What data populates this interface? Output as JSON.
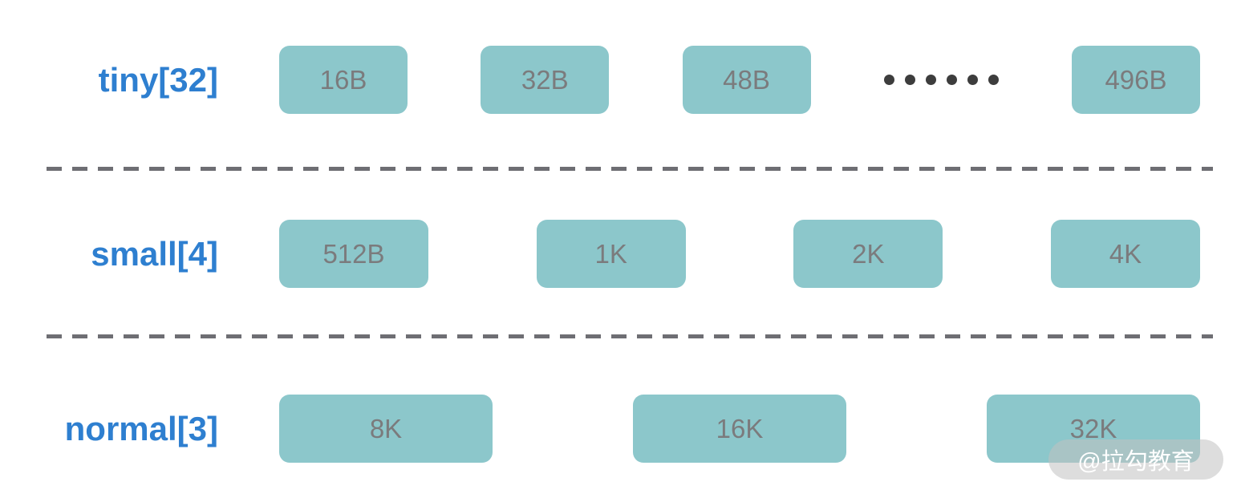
{
  "diagram": {
    "rows": [
      {
        "id": "tiny",
        "label": "tiny[32]",
        "boxes": [
          "16B",
          "32B",
          "48B",
          "496B"
        ],
        "ellipsis_dot_count": 6
      },
      {
        "id": "small",
        "label": "small[4]",
        "boxes": [
          "512B",
          "1K",
          "2K",
          "4K"
        ]
      },
      {
        "id": "normal",
        "label": "normal[3]",
        "boxes": [
          "8K",
          "16K",
          "32K"
        ]
      }
    ],
    "divider_count": 2,
    "watermark": {
      "text": "@拉勾教育"
    },
    "colors": {
      "label_blue": "#2E7FD0",
      "box_fill": "#8CC7CB",
      "box_text": "#7B7B7D",
      "dash_gray": "#6E6E73",
      "ellipsis_dot": "#3D3D3D",
      "watermark_bg": "#C1C1C1",
      "watermark_text": "#FFFFFF",
      "background": "#FFFFFF"
    }
  }
}
